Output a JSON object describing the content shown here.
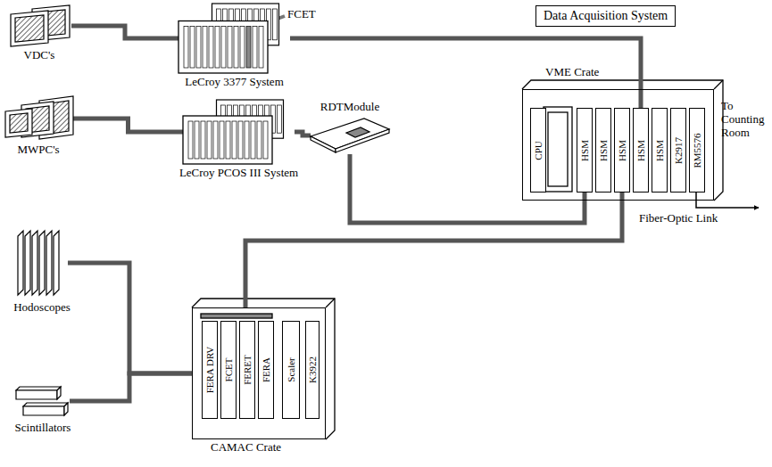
{
  "diagram": {
    "title": "Data Acquisition System",
    "nodes": [
      {
        "text": [
          "VDC's"
        ]
      },
      {
        "text": [
          "LeCroy 3377 System"
        ]
      },
      {
        "text": [
          "MWPC's"
        ]
      },
      {
        "text": [
          "LeCroy PCOS III System"
        ]
      },
      {
        "text": [
          "RDTModule"
        ]
      },
      {
        "text": [
          "VME Crate"
        ]
      },
      {
        "text": [
          "CPU"
        ],
        "in": 5
      },
      {
        "text": [
          "HSM"
        ],
        "in": 5
      },
      {
        "text": [
          "HSM"
        ],
        "in": 5
      },
      {
        "text": [
          "HSM"
        ],
        "in": 5
      },
      {
        "text": [
          "HSM"
        ],
        "in": 5
      },
      {
        "text": [
          "HSM"
        ],
        "in": 5
      },
      {
        "text": [
          "K2917"
        ],
        "in": 5
      },
      {
        "text": [
          "RM5576"
        ],
        "in": 5
      },
      {
        "text": [
          "Hodoscopes"
        ]
      },
      {
        "text": [
          "Scintillators"
        ]
      },
      {
        "text": [
          "CAMAC Crate"
        ]
      },
      {
        "text": [
          "FERA DRV"
        ],
        "in": 16
      },
      {
        "text": [
          "FCET"
        ],
        "in": 16
      },
      {
        "text": [
          "FERET"
        ],
        "in": 16
      },
      {
        "text": [
          "FERA"
        ],
        "in": 16
      },
      {
        "text": [
          "Scaler"
        ],
        "in": 16
      },
      {
        "text": [
          "K3922"
        ],
        "in": 16
      }
    ],
    "edges": [
      {
        "from": 0,
        "to": 1,
        "arrow": "none"
      },
      {
        "from": 2,
        "to": 3,
        "arrow": "none"
      },
      {
        "from": 1,
        "to": 10,
        "arrow": "none"
      },
      {
        "from": 3,
        "to": 4,
        "arrow": "none"
      },
      {
        "from": 4,
        "to": 7,
        "arrow": "none"
      },
      {
        "from": 16,
        "to": 9,
        "arrow": "none"
      },
      {
        "from": 14,
        "to": 16,
        "arrow": "none"
      },
      {
        "from": 15,
        "to": 16,
        "arrow": "none"
      }
    ],
    "labels": [
      "FCET",
      "To Counting Room",
      "Fiber-Optic Link"
    ]
  }
}
